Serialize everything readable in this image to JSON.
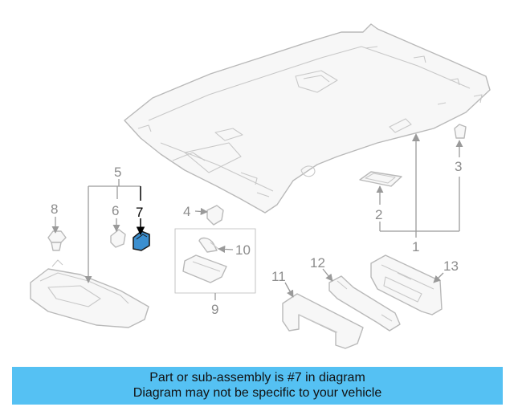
{
  "diagram": {
    "callouts": [
      "1",
      "2",
      "3",
      "4",
      "5",
      "6",
      "7",
      "8",
      "9",
      "10",
      "11",
      "12",
      "13"
    ],
    "highlighted_part": "7",
    "highlight_color": "#3b8fd0",
    "banner_color": "#55c1f3"
  },
  "banner": {
    "line1": "Part or sub-assembly is #7 in diagram",
    "line2": "Diagram may not be specific to your vehicle"
  }
}
